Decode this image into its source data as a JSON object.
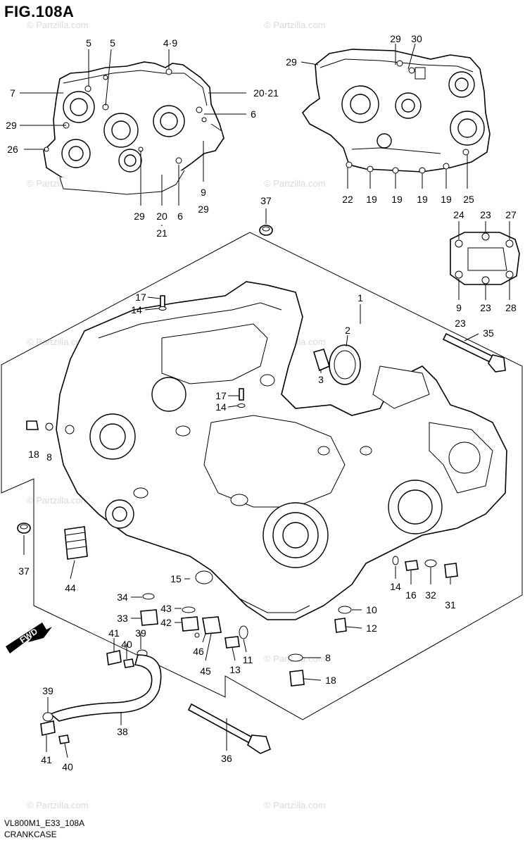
{
  "figure": {
    "title": "FIG.108A",
    "model_code": "VL800M1_E33_108A",
    "section_name": "CRANKCASE",
    "fwd_label": "FWD",
    "watermark": "© Partzilla.com"
  },
  "callouts": [
    {
      "id": "c1",
      "text": "5"
    },
    {
      "id": "c2",
      "text": "5"
    },
    {
      "id": "c3",
      "text": "4·9"
    },
    {
      "id": "c4",
      "text": "7"
    },
    {
      "id": "c5",
      "text": "20·21"
    },
    {
      "id": "c6",
      "text": "6"
    },
    {
      "id": "c7",
      "text": "29"
    },
    {
      "id": "c8",
      "text": "26"
    },
    {
      "id": "c9",
      "text": "9"
    },
    {
      "id": "c10",
      "text": "29"
    },
    {
      "id": "c11",
      "text": "29"
    },
    {
      "id": "c12",
      "text": "20"
    },
    {
      "id": "c13",
      "text": "·"
    },
    {
      "id": "c14",
      "text": "21"
    },
    {
      "id": "c15",
      "text": "6"
    },
    {
      "id": "c16",
      "text": "29"
    },
    {
      "id": "c17",
      "text": "30"
    },
    {
      "id": "c18",
      "text": "29"
    },
    {
      "id": "c19",
      "text": "22"
    },
    {
      "id": "c20",
      "text": "19"
    },
    {
      "id": "c21",
      "text": "19"
    },
    {
      "id": "c22",
      "text": "19"
    },
    {
      "id": "c23",
      "text": "19"
    },
    {
      "id": "c24",
      "text": "25"
    },
    {
      "id": "c25",
      "text": "37"
    },
    {
      "id": "c26",
      "text": "24"
    },
    {
      "id": "c27",
      "text": "23"
    },
    {
      "id": "c28",
      "text": "27"
    },
    {
      "id": "c29",
      "text": "9"
    },
    {
      "id": "c30",
      "text": "23"
    },
    {
      "id": "c31",
      "text": "23"
    },
    {
      "id": "c32",
      "text": "28"
    },
    {
      "id": "c33",
      "text": "1"
    },
    {
      "id": "c34",
      "text": "17"
    },
    {
      "id": "c35",
      "text": "14"
    },
    {
      "id": "c36",
      "text": "2"
    },
    {
      "id": "c37",
      "text": "35"
    },
    {
      "id": "c38",
      "text": "3"
    },
    {
      "id": "c39",
      "text": "17"
    },
    {
      "id": "c40",
      "text": "14"
    },
    {
      "id": "c41",
      "text": "18"
    },
    {
      "id": "c42",
      "text": "8"
    },
    {
      "id": "c43",
      "text": "37"
    },
    {
      "id": "c44",
      "text": "44"
    },
    {
      "id": "c45",
      "text": "15"
    },
    {
      "id": "c46",
      "text": "34"
    },
    {
      "id": "c47",
      "text": "43"
    },
    {
      "id": "c48",
      "text": "33"
    },
    {
      "id": "c49",
      "text": "42"
    },
    {
      "id": "c50",
      "text": "14"
    },
    {
      "id": "c51",
      "text": "16"
    },
    {
      "id": "c52",
      "text": "32"
    },
    {
      "id": "c53",
      "text": "31"
    },
    {
      "id": "c54",
      "text": "10"
    },
    {
      "id": "c55",
      "text": "12"
    },
    {
      "id": "c56",
      "text": "41"
    },
    {
      "id": "c57",
      "text": "40"
    },
    {
      "id": "c58",
      "text": "39"
    },
    {
      "id": "c59",
      "text": "46"
    },
    {
      "id": "c60",
      "text": "45"
    },
    {
      "id": "c61",
      "text": "13"
    },
    {
      "id": "c62",
      "text": "11"
    },
    {
      "id": "c63",
      "text": "8"
    },
    {
      "id": "c64",
      "text": "18"
    },
    {
      "id": "c65",
      "text": "39"
    },
    {
      "id": "c66",
      "text": "38"
    },
    {
      "id": "c67",
      "text": "41"
    },
    {
      "id": "c68",
      "text": "40"
    },
    {
      "id": "c69",
      "text": "36"
    }
  ]
}
